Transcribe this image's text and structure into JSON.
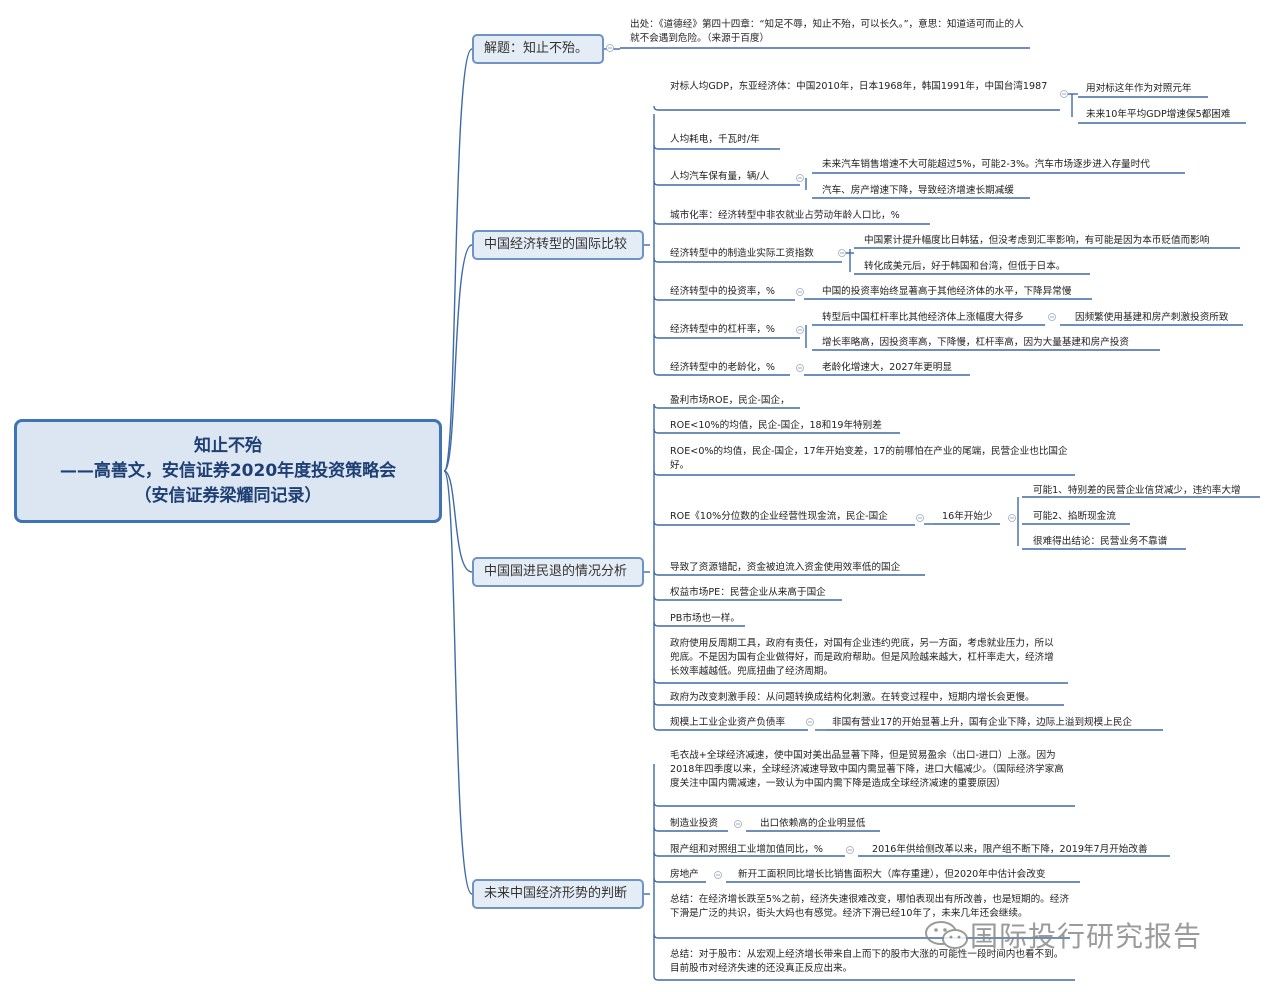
{
  "root": {
    "line1": "知止不殆",
    "line2": "——高善文，安信证券2020年度投资策略会",
    "line3": "（安信证券梁耀同记录）"
  },
  "branches": {
    "b1": "解题：知止不殆。",
    "b2": "中国经济转型的国际比较",
    "b3": "中国国进民退的情况分析",
    "b4": "未来中国经济形势的判断"
  },
  "b1": {
    "source": "出处：《道德经》第四十四章：“知足不辱，知止不殆，可以长久。”，意思：知道适可而止的人就不会遇到危险。（来源于百度）"
  },
  "b2": {
    "gdp": "对标人均GDP，东亚经济体：中国2010年，日本1968年，韩国1991年，中国台湾1987",
    "gdp_c1": "用对标这年作为对照元年",
    "gdp_c2": "未来10年平均GDP增速保5都困难",
    "power": "人均耗电，千瓦时/年",
    "car": "人均汽车保有量，辆/人",
    "car_c1": "未来汽车销售增速不大可能超过5%，可能2-3%。汽车市场逐步进入存量时代",
    "car_c2": "汽车、房产增速下降，导致经济增速长期减缓",
    "urban": "城市化率：经济转型中非农就业占劳动年龄人口比，%",
    "wage": "经济转型中的制造业实际工资指数",
    "wage_c1": "中国累计提升幅度比日韩猛，但没考虑到汇率影响，有可能是因为本币贬值而影响",
    "wage_c2": "转化成美元后，好于韩国和台湾，但低于日本。",
    "invest": "经济转型中的投资率，%",
    "invest_c1": "中国的投资率始终显著高于其他经济体的水平，下降异常慢",
    "lev": "经济转型中的杠杆率，%",
    "lev_c1": "转型后中国杠杆率比其他经济体上涨幅度大得多",
    "lev_c1a": "因频繁使用基建和房产刺激投资所致",
    "lev_c2": "增长率略高，因投资率高，下降慢，杠杆率高，因为大量基建和房产投资",
    "aging": "经济转型中的老龄化，%",
    "aging_c1": "老龄化增速大，2027年更明显"
  },
  "b3": {
    "roe": "盈利市场ROE，民企-国企，",
    "roe10": "ROE<10%的均值，民企-国企，18和19年特别差",
    "roe0": "ROE<0%的均值，民企-国企，17年开始变差，17的前哪怕在产业的尾端，民营企业也比国企好。",
    "roecash": "ROE《10%分位数的企业经营性现金流，民企-国企",
    "y16": "16年开始少",
    "y16_c1": "可能1、特别差的民营企业信贷减少，违约率大增",
    "y16_c2": "可能2、掐断现金流",
    "y16_c3": "很难得出结论：民营业务不靠谱",
    "mis": "导致了资源错配，资金被迫流入资金使用效率低的国企",
    "pe": "权益市场PE：民营企业从来高于国企",
    "pb": "PB市场也一样。",
    "gov": "政府使用反周期工具，政府有责任，对国有企业违约兜底，另一方面，考虑就业压力，所以兜底。不是因为国有企业做得好，而是政府帮助。但是风险越来越大，杠杆率走大，经济增长效率越越低。兜底扭曲了经济周期。",
    "stim": "政府为改变刺激手段：从问题转换成结构化刺激。在转变过程中，短期内增长会更慢。",
    "debt": "规模上工业企业资产负债率",
    "debt_c1": "非国有营业17的开始显著上升，国有企业下降，边际上溢到规模上民企"
  },
  "b4": {
    "trade": "毛衣战+全球经济减速，使中国对美出品显著下降，但是贸易盈余（出口-进口）上涨。因为2018年四季度以来，全球经济减速导致中国内需显著下降，进口大幅减少。（国际经济学家高度关注中国内需减速，一致认为中国内需下降是造成全球经济减速的重要原因）",
    "mfg": "制造业投资",
    "mfg_c1": "出口依赖高的企业明显低",
    "cap": "限产组和对照组工业增加值同比，%",
    "cap_c1": "2016年供给侧改革以来，限产组不断下降，2019年7月开始改善",
    "re": "房地产",
    "re_c1": "新开工面积同比增长比销售面积大（库存重建），但2020年中估计会改变",
    "sum1": "总结：在经济增长跌至5%之前，经济失速很难改变，哪怕表现出有所改善，也是短期的。经济下滑是广泛的共识，街头大妈也有感觉。经济下滑已经10年了，未来几年还会继续。",
    "sum2": "总结：对于股市：从宏观上经济增长带来自上而下的股市大涨的可能性一段时间内也看不到。目前股市对经济失速的还没真正反应出来。"
  },
  "watermark": "国际投行研究报告",
  "colors": {
    "root_border": "#3f73b4",
    "root_fill": "#dce6f3",
    "branch_border": "#6f93c3",
    "branch_fill": "#e4ecf6",
    "line": "#3f6aa8"
  }
}
